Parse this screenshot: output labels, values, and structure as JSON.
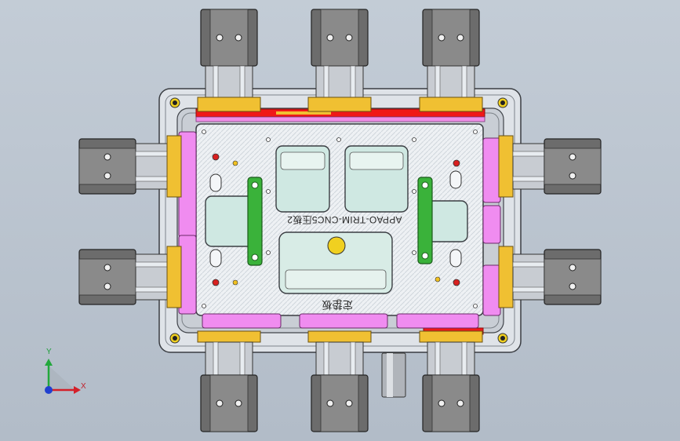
{
  "drawing": {
    "part_label": "APPAO-TRIM-CNC5压板2",
    "plate_label": "定垫板"
  },
  "triad": {
    "x_label": "X",
    "y_label": "Y",
    "x_color": "#d4202a",
    "y_color": "#22a83c",
    "z_color": "#2040d0"
  },
  "colors": {
    "background": "#bcc5d0",
    "plate": "#e3e7ec",
    "steel": "#b4bac2",
    "cylinder_body": "#6c6c6c",
    "pink_pad": "#f08cf0",
    "yellow_block": "#f0c032",
    "red_bar": "#f01818",
    "green_clamp": "#3ab23a",
    "pocket": "#d8ece8"
  }
}
